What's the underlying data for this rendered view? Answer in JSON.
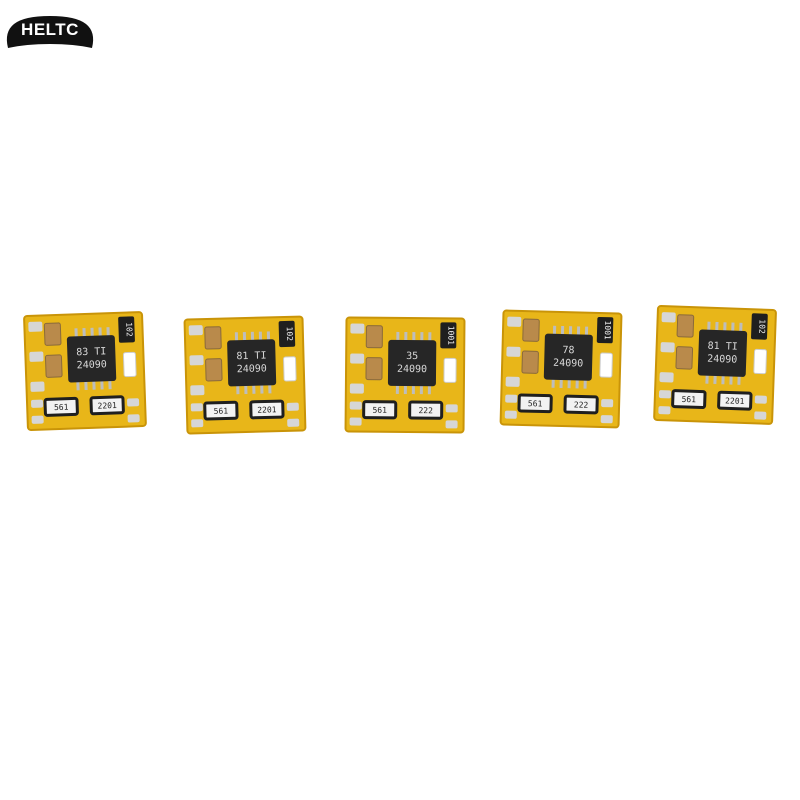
{
  "brand": {
    "logo_text": "HELTC"
  },
  "colors": {
    "pcb": "#e8b619",
    "pcb_edge": "#c99408",
    "pad": "#d6d6d6",
    "chip": "#262626",
    "resistor_body": "#1f1f1f",
    "resistor_face": "#f2f2f2",
    "capacitor": "#b98a4b",
    "led": "#ffffff"
  },
  "boards": [
    {
      "chip_line1": "83 TI",
      "chip_line2": "24090",
      "res_left": "561",
      "res_right": "2201",
      "res_side": "102"
    },
    {
      "chip_line1": "81 TI",
      "chip_line2": "24090",
      "res_left": "561",
      "res_right": "2201",
      "res_side": "102"
    },
    {
      "chip_line1": "35",
      "chip_line2": "24090",
      "res_left": "561",
      "res_right": "222",
      "res_side": "1001"
    },
    {
      "chip_line1": "78",
      "chip_line2": "24090",
      "res_left": "561",
      "res_right": "222",
      "res_side": "1001"
    },
    {
      "chip_line1": "81 TI",
      "chip_line2": "24090",
      "res_left": "561",
      "res_right": "2201",
      "res_side": "102"
    }
  ]
}
